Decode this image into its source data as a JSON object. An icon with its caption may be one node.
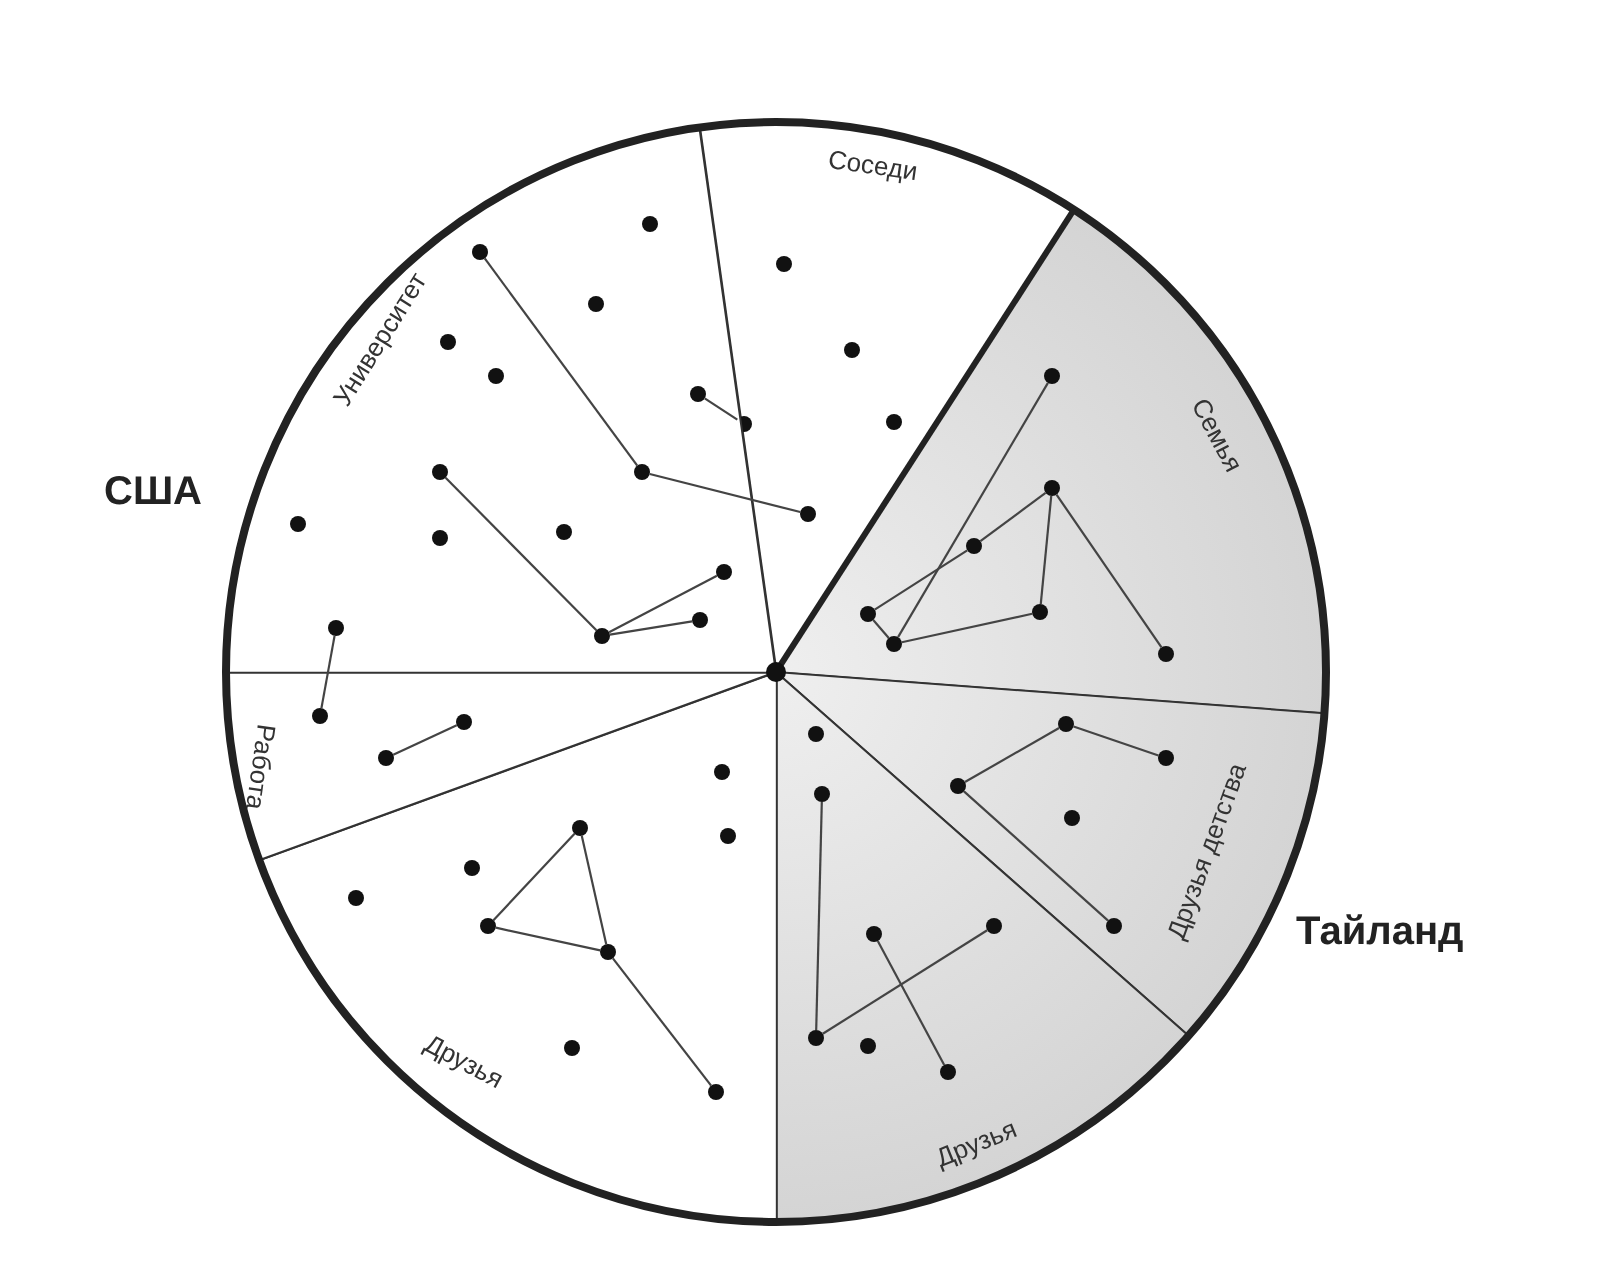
{
  "diagram": {
    "nodes": [
      {
        "text": [
          "Соседи"
        ]
      },
      {
        "text": [
          "Семья"
        ]
      },
      {
        "text": [
          "Друзья детства"
        ]
      },
      {
        "text": [
          "Друзья"
        ]
      },
      {
        "text": [
          "Друзья"
        ]
      },
      {
        "text": [
          "Работа"
        ]
      },
      {
        "text": [
          "Университет"
        ]
      },
      {
        "text": [],
        "shape": "circle",
        "in": 0
      },
      {
        "text": [],
        "shape": "circle",
        "in": 0
      },
      {
        "text": [],
        "shape": "circle",
        "in": 0
      },
      {
        "text": [],
        "shape": "circle",
        "in": 0
      },
      {
        "text": [],
        "shape": "circle",
        "in": 0
      },
      {
        "text": [],
        "shape": "circle",
        "in": 1
      },
      {
        "text": [],
        "shape": "circle",
        "in": 1
      },
      {
        "text": [],
        "shape": "circle",
        "in": 1
      },
      {
        "text": [],
        "shape": "circle",
        "in": 1
      },
      {
        "text": [],
        "shape": "circle",
        "in": 1
      },
      {
        "text": [],
        "shape": "circle",
        "in": 1
      },
      {
        "text": [],
        "shape": "circle",
        "in": 1
      },
      {
        "text": [],
        "shape": "circle",
        "in": 2
      },
      {
        "text": [],
        "shape": "circle",
        "in": 2
      },
      {
        "text": [],
        "shape": "circle",
        "in": 2
      },
      {
        "text": [],
        "shape": "circle",
        "in": 2
      },
      {
        "text": [],
        "shape": "circle",
        "in": 2
      },
      {
        "text": [],
        "shape": "circle",
        "in": 3
      },
      {
        "text": [],
        "shape": "circle",
        "in": 3
      },
      {
        "text": [],
        "shape": "circle",
        "in": 3
      },
      {
        "text": [],
        "shape": "circle",
        "in": 3
      },
      {
        "text": [],
        "shape": "circle",
        "in": 3
      },
      {
        "text": [],
        "shape": "circle",
        "in": 3
      },
      {
        "text": [],
        "shape": "circle",
        "in": 3
      },
      {
        "text": [],
        "shape": "circle",
        "in": 4
      },
      {
        "text": [],
        "shape": "circle",
        "in": 4
      },
      {
        "text": [],
        "shape": "circle",
        "in": 4
      },
      {
        "text": [],
        "shape": "circle",
        "in": 4
      },
      {
        "text": [],
        "shape": "circle",
        "in": 4
      },
      {
        "text": [],
        "shape": "circle",
        "in": 4
      },
      {
        "text": [],
        "shape": "circle",
        "in": 4
      },
      {
        "text": [],
        "shape": "circle",
        "in": 4
      },
      {
        "text": [],
        "shape": "circle",
        "in": 4
      },
      {
        "text": [],
        "shape": "circle",
        "in": 5
      },
      {
        "text": [],
        "shape": "circle",
        "in": 5
      },
      {
        "text": [],
        "shape": "circle",
        "in": 5
      },
      {
        "text": [],
        "shape": "circle",
        "in": 6
      },
      {
        "text": [],
        "shape": "circle",
        "in": 6
      },
      {
        "text": [],
        "shape": "circle",
        "in": 6
      },
      {
        "text": [],
        "shape": "circle",
        "in": 6
      },
      {
        "text": [],
        "shape": "circle",
        "in": 6
      },
      {
        "text": [],
        "shape": "circle",
        "in": 6
      },
      {
        "text": [],
        "shape": "circle",
        "in": 6
      },
      {
        "text": [],
        "shape": "circle",
        "in": 6
      },
      {
        "text": [],
        "shape": "circle",
        "in": 6
      },
      {
        "text": [],
        "shape": "circle",
        "in": 6
      },
      {
        "text": [],
        "shape": "circle",
        "in": 6
      },
      {
        "text": [],
        "shape": "circle",
        "in": 6
      },
      {
        "text": [],
        "shape": "circle",
        "in": 6
      },
      {
        "text": [],
        "shape": "circle",
        "in": 6
      },
      {
        "text": [],
        "shape": "circle",
        "in": 6
      }
    ],
    "edges": [
      {
        "from": 44,
        "to": 50,
        "arrow": "none"
      },
      {
        "from": 50,
        "to": 11,
        "arrow": "none"
      },
      {
        "from": 48,
        "to": 10,
        "arrow": "none"
      },
      {
        "from": 49,
        "to": 56,
        "arrow": "none"
      },
      {
        "from": 56,
        "to": 54,
        "arrow": "none"
      },
      {
        "from": 56,
        "to": 55,
        "arrow": "none"
      },
      {
        "from": 57,
        "to": 40,
        "arrow": "none"
      },
      {
        "from": 42,
        "to": 41,
        "arrow": "none"
      },
      {
        "from": 32,
        "to": 36,
        "arrow": "none"
      },
      {
        "from": 36,
        "to": 37,
        "arrow": "none"
      },
      {
        "from": 32,
        "to": 37,
        "arrow": "none"
      },
      {
        "from": 37,
        "to": 39,
        "arrow": "none"
      },
      {
        "from": 25,
        "to": 28,
        "arrow": "none"
      },
      {
        "from": 28,
        "to": 26,
        "arrow": "none"
      },
      {
        "from": 27,
        "to": 30,
        "arrow": "none"
      },
      {
        "from": 21,
        "to": 19,
        "arrow": "none"
      },
      {
        "from": 19,
        "to": 20,
        "arrow": "none"
      },
      {
        "from": 21,
        "to": 23,
        "arrow": "none"
      },
      {
        "from": 12,
        "to": 17,
        "arrow": "none"
      },
      {
        "from": 16,
        "to": 14,
        "arrow": "none"
      },
      {
        "from": 14,
        "to": 13,
        "arrow": "none"
      },
      {
        "from": 16,
        "to": 17,
        "arrow": "none"
      },
      {
        "from": 17,
        "to": 15,
        "arrow": "none"
      },
      {
        "from": 15,
        "to": 13,
        "arrow": "none"
      },
      {
        "from": 13,
        "to": 18,
        "arrow": "none"
      }
    ],
    "labels": [
      "США",
      "Тайланд"
    ]
  }
}
